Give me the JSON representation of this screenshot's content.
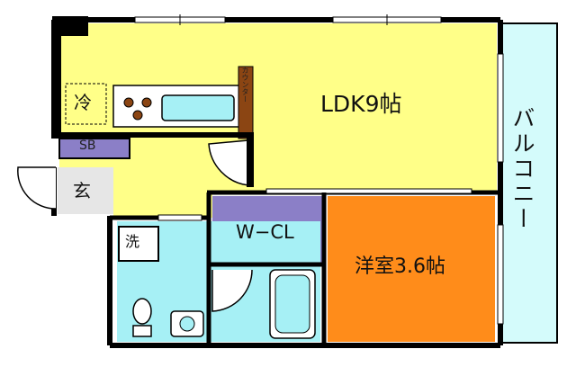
{
  "rooms": {
    "ldk": "LDK9帖",
    "walk_in_closet": "W−CL",
    "western_room": "洋室3.6帖",
    "balcony": "バルコニー",
    "entrance": "玄",
    "shoe_box": "SB",
    "washer": "洗",
    "refrigerator": "冷",
    "counter": "カウンター"
  },
  "colors": {
    "ldk": "#ffff88",
    "western_room": "#ff8c1a",
    "closet": "#8b7fc7",
    "wet_area": "#a6f0f5",
    "balcony": "#d4fbfb",
    "counter": "#8b4513",
    "wall": "#000000"
  }
}
